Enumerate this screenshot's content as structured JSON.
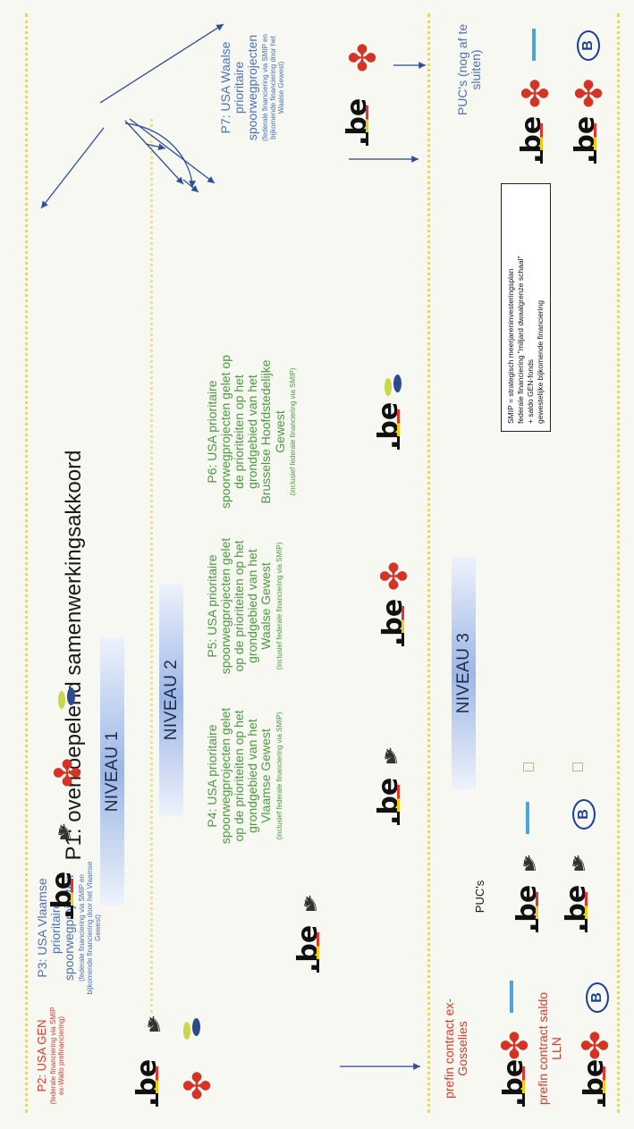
{
  "title": "P1: overkoepelend samenwerkingsakkoord",
  "levels": {
    "niveau1": "NIVEAU 1",
    "niveau2": "NIVEAU 2",
    "niveau3": "NIVEAU 3"
  },
  "p2": {
    "title": "P2: USA GEN",
    "note": "(federale financiering via SMIP ex-Wallo prefinanciering)"
  },
  "p3": {
    "title": "P3: USA Vlaamse prioritaire spoorwegprojecten",
    "note": "(federale financiering via SMIP en bijkomende financiering door het Vlaamse Gewest)"
  },
  "p4": {
    "title": "P4: USA prioritaire spoorwegprojecten gelet op de prioriteiten op het grondgebied van het Vlaamse Gewest",
    "note": "(inclusief federale financiering via SMIP)"
  },
  "p5": {
    "title": "P5: USA prioritaire spoorwegprojecten gelet op de prioriteiten op het grondgebied van het Waalse Gewest",
    "note": "(inclusief federale financiering via SMIP)"
  },
  "p6": {
    "title": "P6: USA prioritaire spoorwegprojecten gelet op de prioriteiten op het grondgebied van het Brusselse Hoofdstedelijke Gewest",
    "note": "(inclusief federale financiering via SMIP)"
  },
  "p7": {
    "title": "P7: USA Waalse prioritaire spoorwegprojecten",
    "note": "(federale financiering via SMIP en bijkomende financiering door het Waalse Gewest)"
  },
  "level3": {
    "prefin1": "prefin contract ex-Gosselies",
    "prefin2": "prefin contract saldo LLN",
    "pucs_left": "PUC's",
    "pucs_right": "PUC's (nog af te sluiten)"
  },
  "legend": {
    "title": "SMIP = strategisch meerjareninvesteringsplan",
    "items": [
      "federale financiering \"miljard dwaalgrenze schaal\"",
      "+ saldo GEN-fonds",
      "gewestelijke bijkomende financiering"
    ]
  },
  "icons": [
    "be-logo",
    "flemish-lion-icon",
    "walloon-rooster-icon",
    "brussels-iris-icon",
    "nmbs-b-logo",
    "infrabel-logo"
  ],
  "colors": {
    "p2": "#d93a2b",
    "p3": "#4a70b8",
    "p4p5p6": "#4a9a3d",
    "p7": "#4a70b8",
    "level_bar": "#9cb6e6",
    "divider": "#e1d873"
  }
}
